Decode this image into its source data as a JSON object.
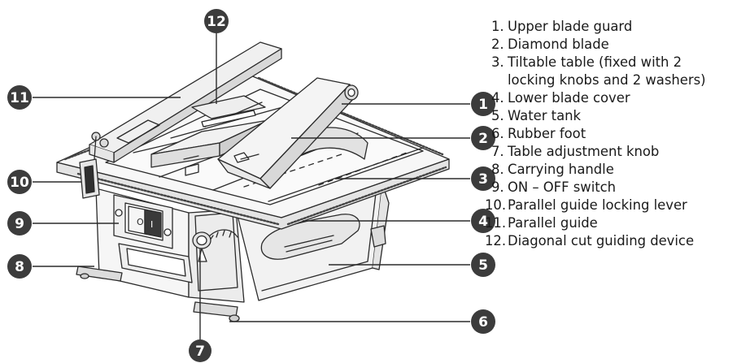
{
  "callouts": {
    "1": "1",
    "2": "2",
    "3": "3",
    "4": "4",
    "5": "5",
    "6": "6",
    "7": "7",
    "8": "8",
    "9": "9",
    "10": "10",
    "11": "11",
    "12": "12"
  },
  "switch": {
    "on_symbol": "I",
    "off_symbol": "O"
  },
  "legend": [
    {
      "num": "1.",
      "lines": [
        "Upper blade guard"
      ]
    },
    {
      "num": "2.",
      "lines": [
        "Diamond blade"
      ]
    },
    {
      "num": "3.",
      "lines": [
        "Tiltable table (fixed with 2",
        "locking knobs and 2 washers)"
      ]
    },
    {
      "num": "4.",
      "lines": [
        "Lower blade cover"
      ]
    },
    {
      "num": "5.",
      "lines": [
        "Water tank"
      ]
    },
    {
      "num": "6.",
      "lines": [
        "Rubber foot"
      ]
    },
    {
      "num": "7.",
      "lines": [
        "Table adjustment knob"
      ]
    },
    {
      "num": "8.",
      "lines": [
        "Carrying handle"
      ]
    },
    {
      "num": "9.",
      "lines": [
        "ON – OFF switch"
      ]
    },
    {
      "num": "10.",
      "lines": [
        "Parallel guide locking lever"
      ]
    },
    {
      "num": "11.",
      "lines": [
        "Parallel guide"
      ]
    },
    {
      "num": "12.",
      "lines": [
        "Diagonal cut guiding device"
      ]
    }
  ],
  "colors": {
    "badge": "#3c3c3c",
    "line": "#2b2b2b",
    "fill": "#f4f4f4",
    "shade": "#d9d9d9"
  }
}
